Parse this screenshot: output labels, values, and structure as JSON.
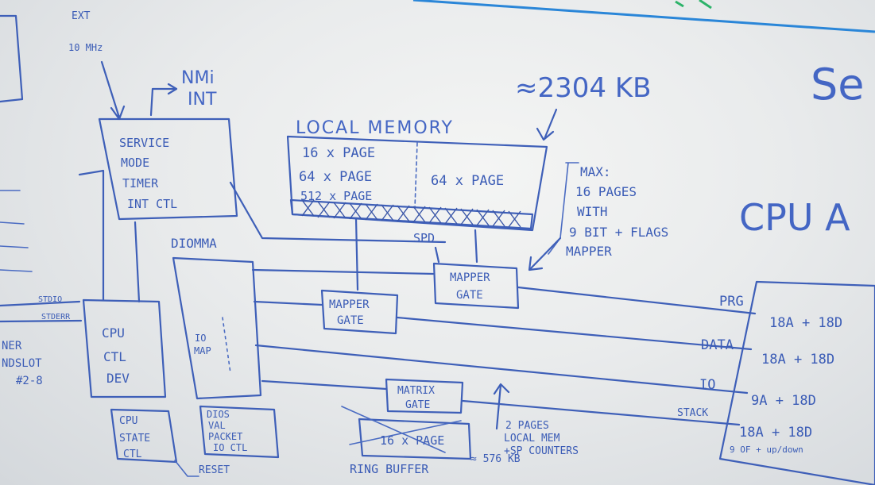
{
  "colors": {
    "ink": "#3e5fb8",
    "board": "#eceeef",
    "edge_tape": "#2a86d8",
    "green_mark": "#2db36a"
  },
  "labels": {
    "ext": "EXT",
    "ext_freq": "10 MHz",
    "nmi": "NMi",
    "int": "INT",
    "size_top": "≈2304 KB",
    "heading_right": "Se",
    "cpu": "CPU A",
    "service": [
      "SERVICE",
      "MODE",
      "TIMER",
      "INT CTL"
    ],
    "local_memory": "LOCAL MEMORY",
    "mem_left": [
      "16 x PAGE",
      "64 x PAGE",
      "512 x PAGE"
    ],
    "mem_right": "64 x PAGE",
    "map_note": [
      "MAX:",
      "16 PAGES",
      "WITH",
      "9 BIT + FLAGS",
      "MAPPER"
    ],
    "spd": "SPD",
    "diomma": "DIOMMA",
    "mapper_gate_1": [
      "MAPPER",
      "GATE"
    ],
    "mapper_gate_2": [
      "MAPPER",
      "GATE"
    ],
    "stdio": "STDIO",
    "stdio2": "STDERR",
    "cpu_ctl": [
      "CPU",
      "CTL",
      "DEV"
    ],
    "io_map": [
      "IO",
      "MAP"
    ],
    "left_notes": [
      "NER",
      "NDSLOT",
      "#2-8"
    ],
    "cpu_state": [
      "CPU",
      "STATE",
      "CTL"
    ],
    "dios": [
      "DIOS",
      "VAL",
      "PACKET",
      "IO CTL"
    ],
    "reset": "RESET",
    "matrix_gate": [
      "MATRIX",
      "GATE"
    ],
    "page_16": "16 x PAGE",
    "ring_buffer": "RING BUFFER",
    "ring_size": "≈ 576 KB",
    "pages_note": [
      "2 PAGES",
      "LOCAL MEM",
      "+SP COUNTERS"
    ],
    "bus": [
      {
        "name": "PRG",
        "width": "18A + 18D"
      },
      {
        "name": "DATA",
        "width": "18A + 18D"
      },
      {
        "name": "IO",
        "width": "9A + 18D"
      },
      {
        "name": "STACK",
        "width": "18A + 18D"
      }
    ],
    "bus_last": "9 OF + up/down"
  }
}
